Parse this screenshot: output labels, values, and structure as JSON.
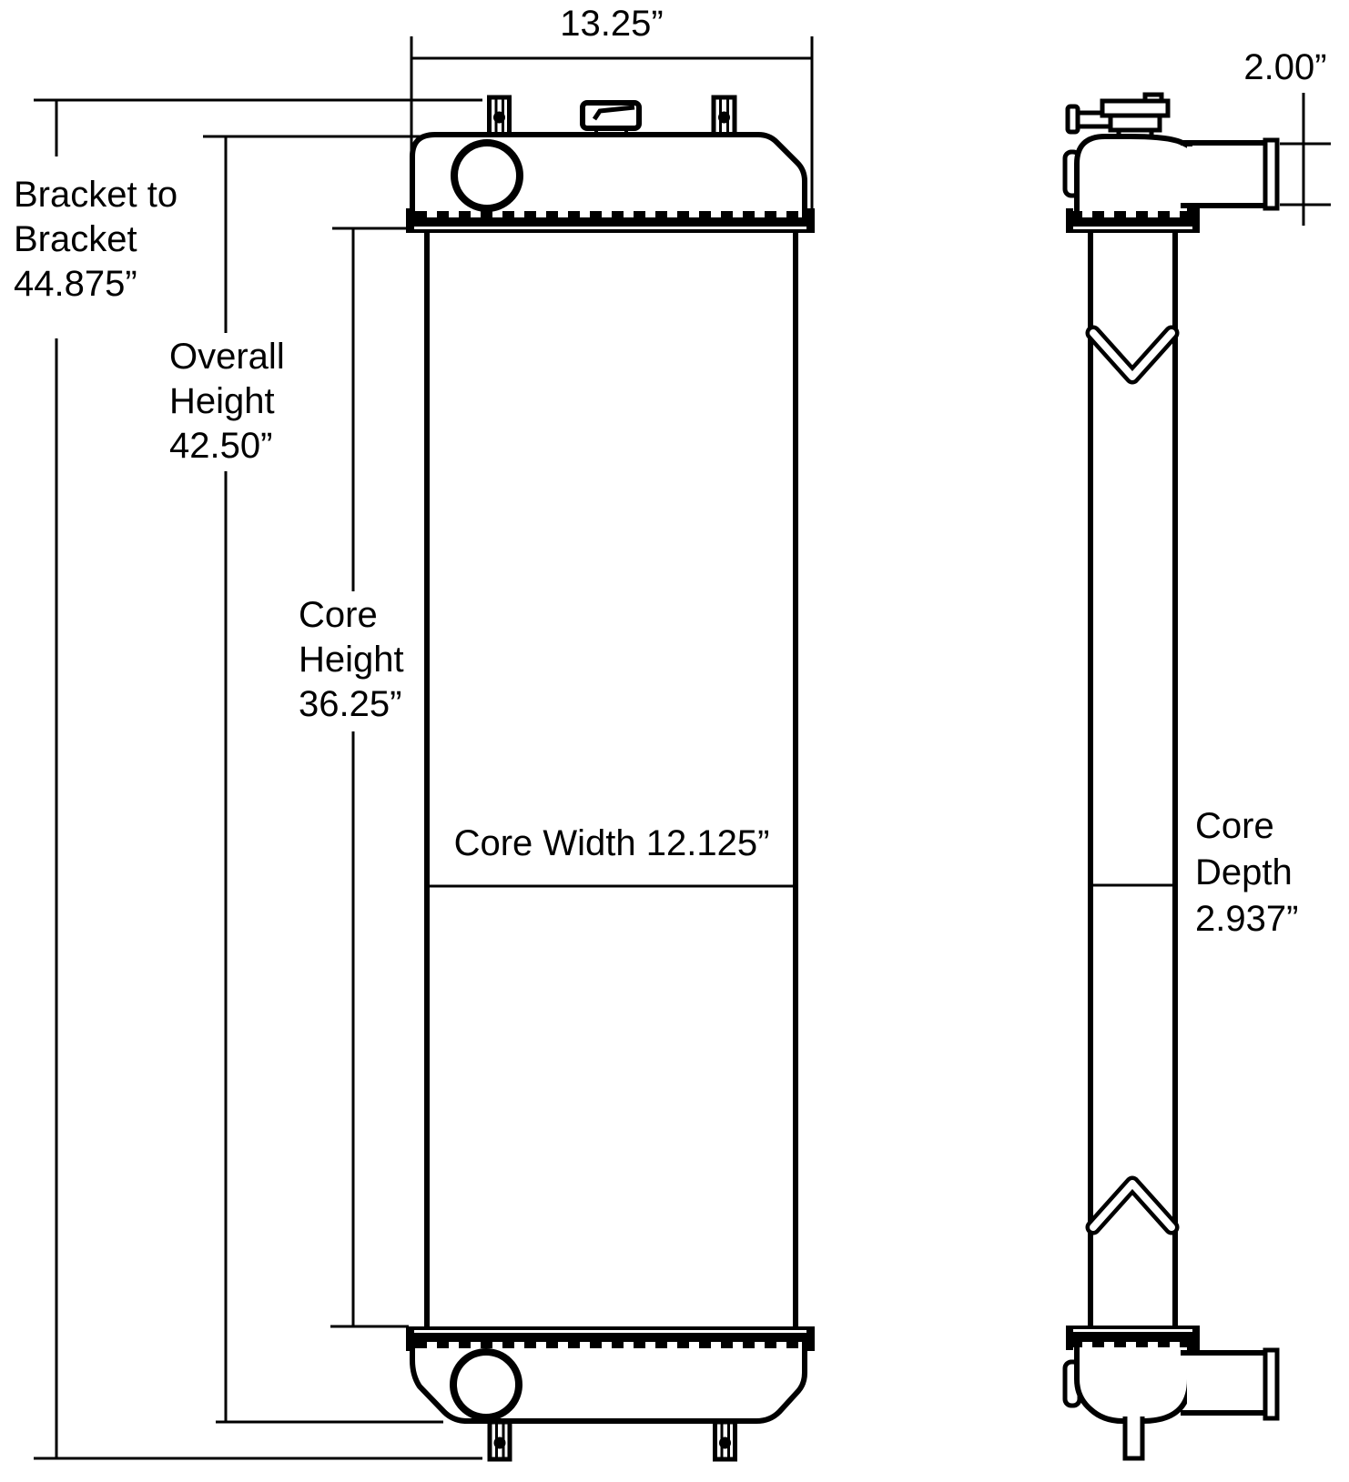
{
  "diagram": {
    "type": "radiator-dimension-drawing",
    "colors": {
      "line": "#000000",
      "background": "#ffffff"
    },
    "front_view": {
      "width_dim": "13.25”",
      "bracket_to_bracket": {
        "lines": [
          "Bracket to",
          "Bracket",
          "44.875”"
        ]
      },
      "overall_height": {
        "lines": [
          "Overall",
          "Height",
          "42.50”"
        ]
      },
      "core_height": {
        "lines": [
          "Core",
          "Height",
          "36.25”"
        ]
      },
      "core_width": "Core Width 12.125”"
    },
    "side_view": {
      "pipe_od": "2.00”",
      "core_depth": {
        "lines": [
          "Core",
          "Depth",
          "2.937”"
        ]
      }
    }
  }
}
